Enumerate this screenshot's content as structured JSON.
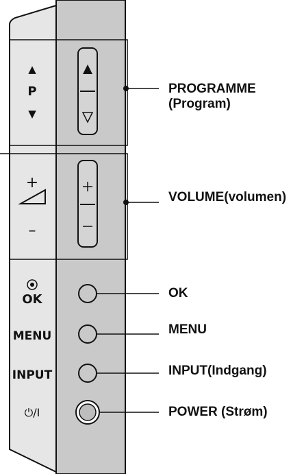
{
  "panel": {
    "programme": {
      "up_symbol": "▲",
      "letter": "P",
      "down_symbol": "▼"
    },
    "volume": {
      "plus": "+",
      "minus": "–"
    },
    "ok_label": "OK",
    "menu_label": "MENU",
    "input_label": "INPUT",
    "power_symbol": "⏻/I"
  },
  "callouts": {
    "programme_line1": "PROGRAMME",
    "programme_line2": "(Program)",
    "volume": "VOLUME(volumen)",
    "ok": "OK",
    "menu": "MENU",
    "input": "INPUT(Indgang)",
    "power": "POWER (Strøm)"
  },
  "colors": {
    "left_panel": "#e6e6e6",
    "right_panel": "#c9c9c9",
    "stroke": "#111111",
    "button_fill": "#bdbdbd"
  }
}
